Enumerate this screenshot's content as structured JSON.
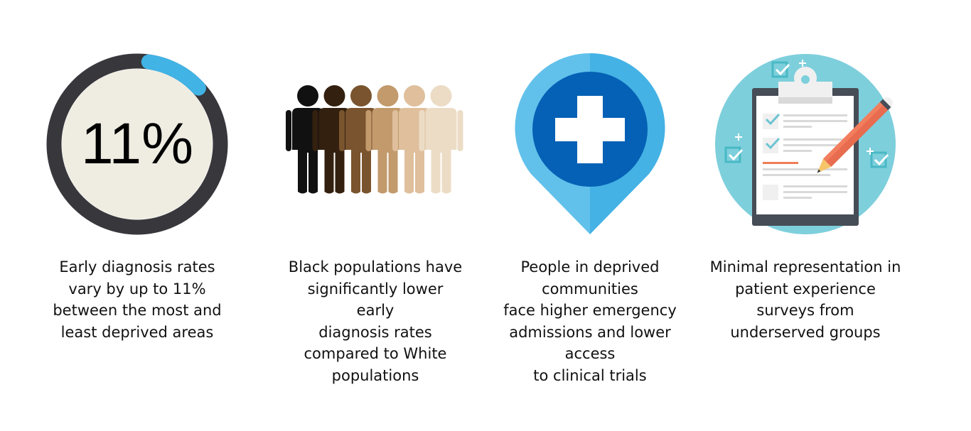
{
  "panels": [
    {
      "stat": "11%",
      "progress_fraction": 0.11,
      "caption_lines": [
        "Early diagnosis rates",
        "vary by up to 11%",
        "between the most and",
        "least deprived areas"
      ]
    },
    {
      "caption_lines": [
        "Black populations have",
        "significantly lower",
        "early",
        "diagnosis rates",
        "compared to White",
        "populations"
      ]
    },
    {
      "caption_lines": [
        "People in deprived",
        "communities",
        "face higher emergency",
        "admissions and lower",
        "access",
        "to clinical trials"
      ]
    },
    {
      "caption_lines": [
        "Minimal representation in",
        "patient experience",
        "surveys from",
        "underserved groups"
      ]
    }
  ],
  "colors": {
    "ring": "#38373c",
    "ring_fill": "#efede2",
    "accent_blue": "#41b3e5",
    "skin_tones": [
      "#111111",
      "#33200f",
      "#7a542e",
      "#c29a6c",
      "#dfbf9c",
      "#ecdcc6"
    ],
    "pin_light": "#62c1eb",
    "pin_dark": "#44b2e4",
    "pin_inner": "#0561b5",
    "clipboard_bg": "#7ecfdc"
  }
}
